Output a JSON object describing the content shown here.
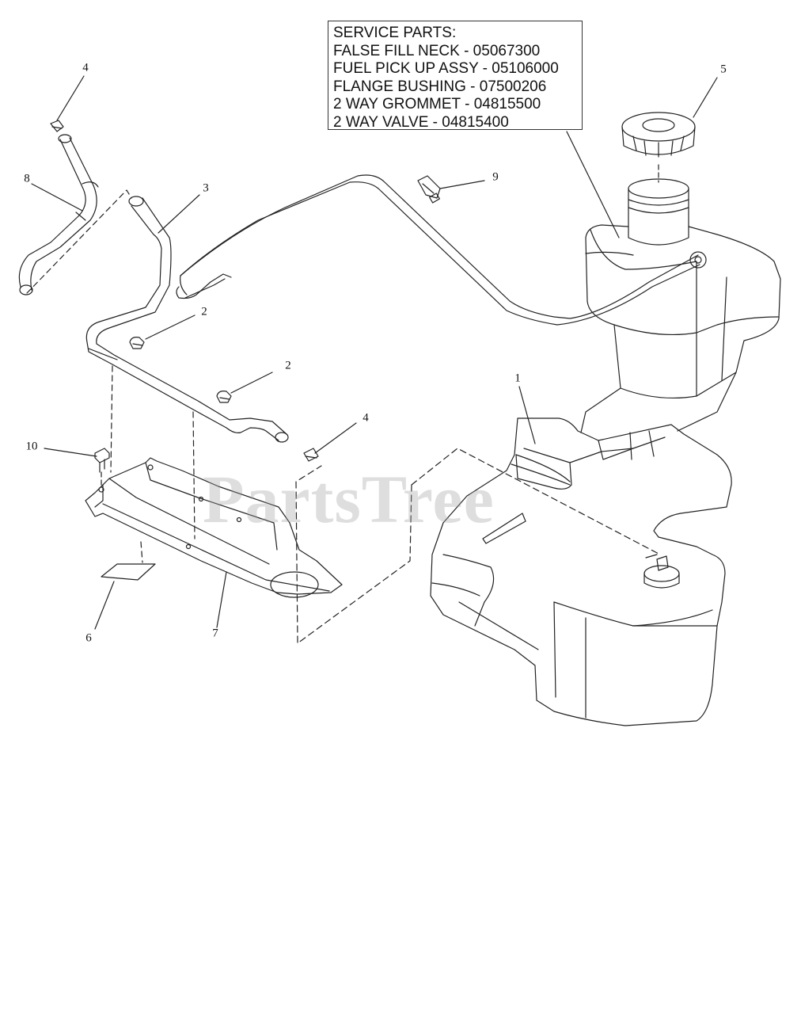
{
  "service_parts": {
    "title": "SERVICE PARTS:",
    "lines": [
      "FALSE FILL NECK - 05067300",
      "FUEL PICK UP ASSY - 05106000",
      "FLANGE BUSHING - 07500206",
      "2 WAY GROMMET - 04815500",
      "2 WAY VALVE - 04815400"
    ]
  },
  "callouts": [
    "4",
    "5",
    "8",
    "3",
    "9",
    "2",
    "2",
    "1",
    "4",
    "10",
    "6",
    "7"
  ],
  "watermark": "PartsTree",
  "colors": {
    "line": "#222222",
    "watermark": "#a0a0a0"
  }
}
